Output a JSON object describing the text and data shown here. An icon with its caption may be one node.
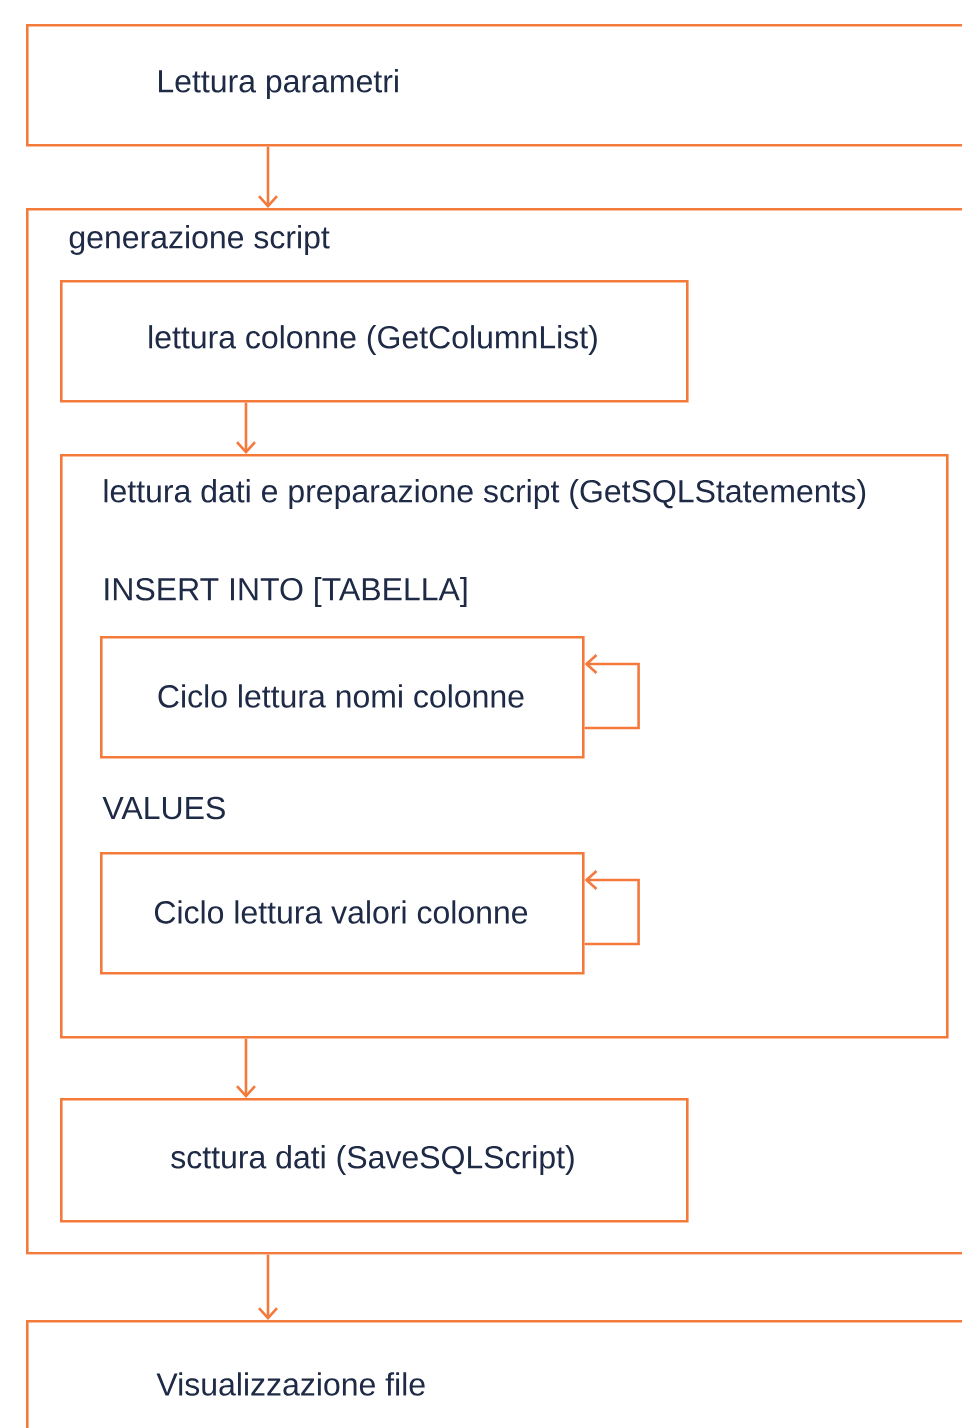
{
  "diagram": {
    "nodes": [
      {
        "text": [
          "Lettura parametri"
        ]
      },
      {
        "text": [
          "generazione script"
        ]
      },
      {
        "text": [
          "lettura colonne (GetColumnList)"
        ],
        "in": 1
      },
      {
        "text": [
          "lettura dati e preparazione script (GetSQLStatements)",
          "INSERT INTO  [TABELLA]",
          "VALUES"
        ],
        "in": 1
      },
      {
        "text": [
          "Ciclo lettura nomi colonne"
        ],
        "in": 3
      },
      {
        "text": [
          "Ciclo lettura valori colonne"
        ],
        "in": 3
      },
      {
        "text": [
          "scttura dati (SaveSQLScript)"
        ],
        "in": 1
      },
      {
        "text": [
          "Visualizzazione file"
        ]
      }
    ],
    "edges": [
      {
        "from": 0,
        "to": 1,
        "arrow": "to"
      },
      {
        "from": 2,
        "to": 3,
        "arrow": "to"
      },
      {
        "from": 4,
        "to": 4,
        "arrow": "to"
      },
      {
        "from": 5,
        "to": 5,
        "arrow": "to"
      },
      {
        "from": 3,
        "to": 6,
        "arrow": "to"
      },
      {
        "from": 1,
        "to": 7,
        "arrow": "to"
      }
    ]
  }
}
